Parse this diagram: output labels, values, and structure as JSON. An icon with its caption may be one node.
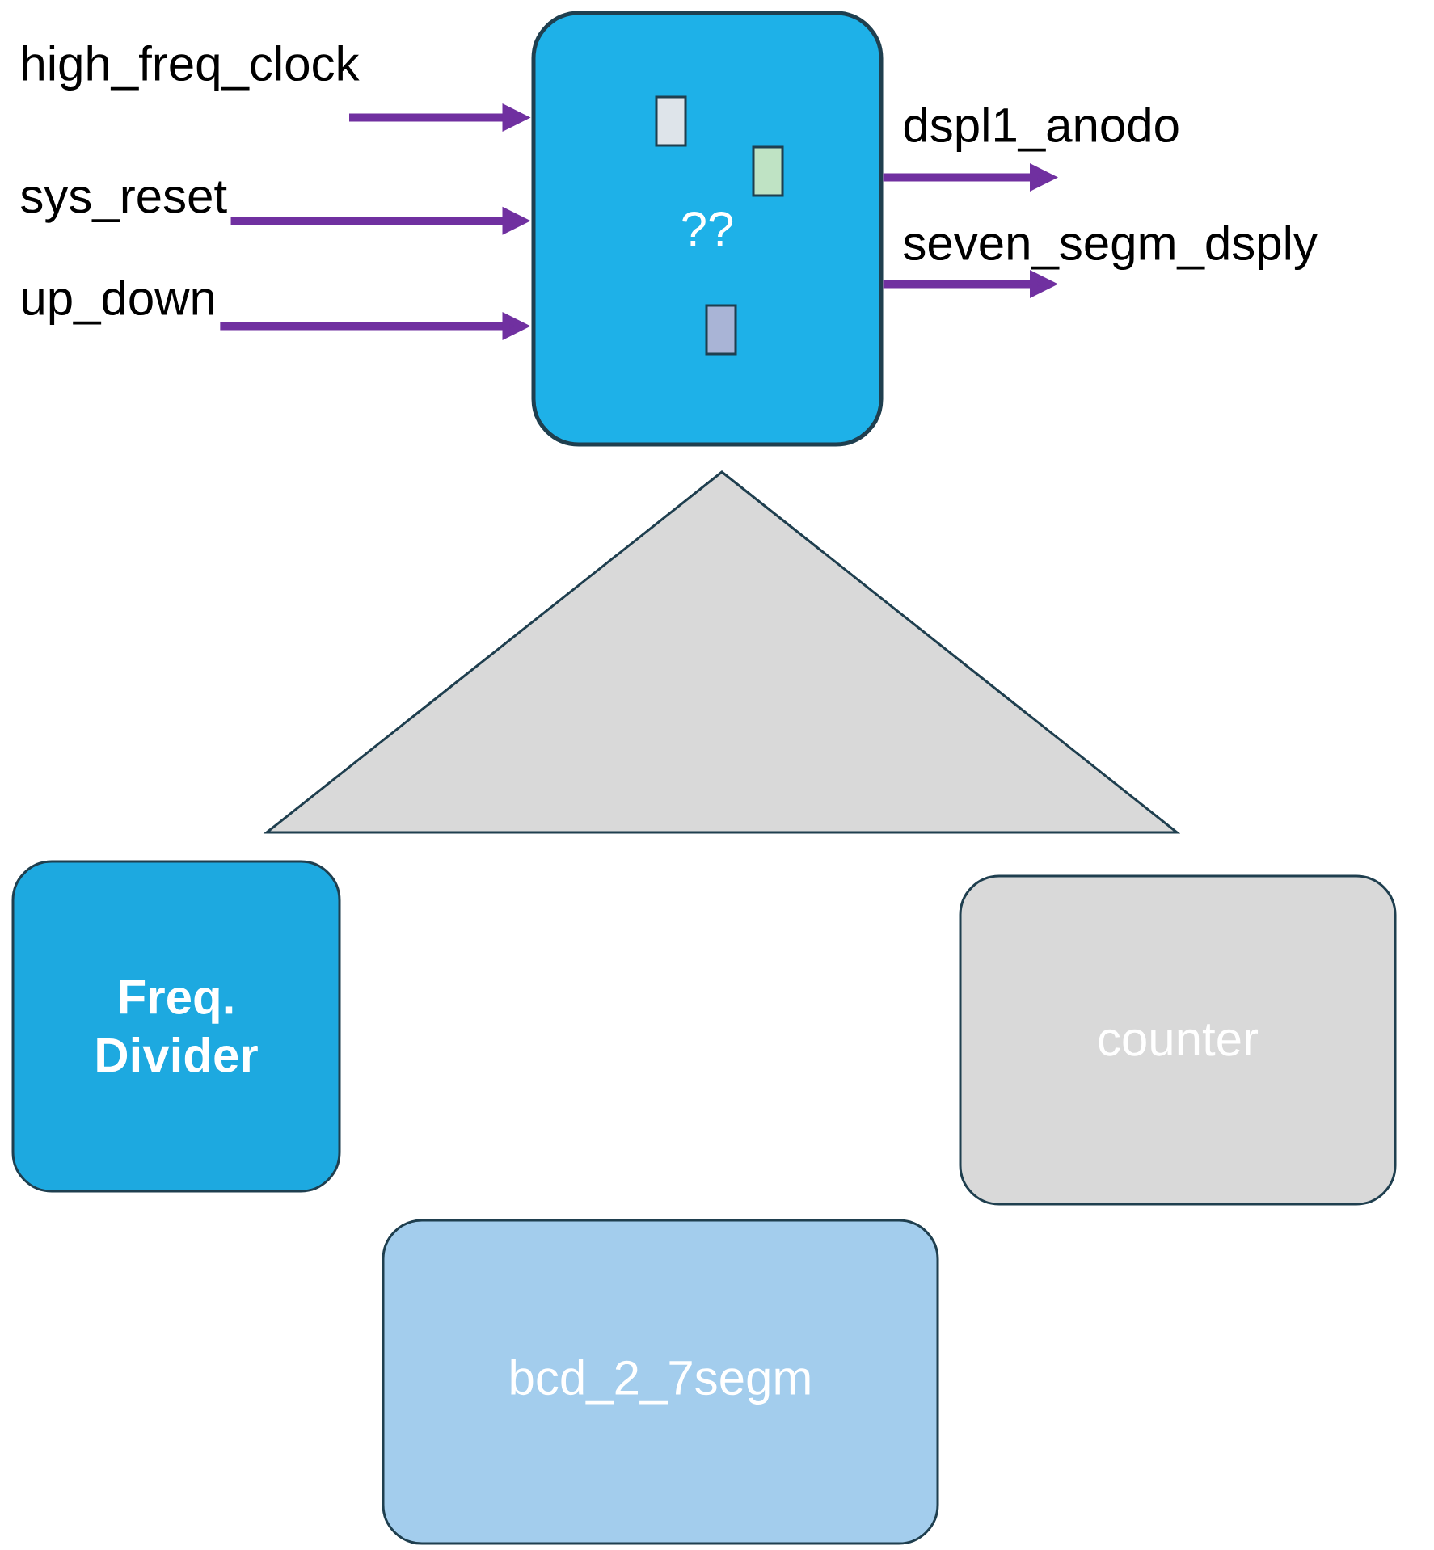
{
  "diagram": {
    "nodes": [
      {
        "text": [
          "??"
        ]
      },
      {
        "text": [],
        "shape": "triangle"
      },
      {
        "text": [
          "Freq. Divider"
        ]
      },
      {
        "text": [
          "counter"
        ]
      },
      {
        "text": [
          "bcd_2_7segm"
        ]
      },
      {
        "text": [
          "high_freq_clock"
        ]
      },
      {
        "text": [
          "dspl1_anodo"
        ]
      },
      {
        "text": [
          "sys_reset"
        ]
      },
      {
        "text": [
          "seven_segm_dsply"
        ]
      },
      {
        "text": [
          "up_down"
        ]
      }
    ],
    "edges": [
      {
        "from": 5,
        "to": 0,
        "arrow": "to"
      },
      {
        "from": 7,
        "to": 0,
        "arrow": "to"
      },
      {
        "from": 9,
        "to": 0,
        "arrow": "to"
      },
      {
        "from": 0,
        "to": 6,
        "arrow": "to"
      },
      {
        "from": 0,
        "to": 8,
        "arrow": "to"
      }
    ]
  }
}
